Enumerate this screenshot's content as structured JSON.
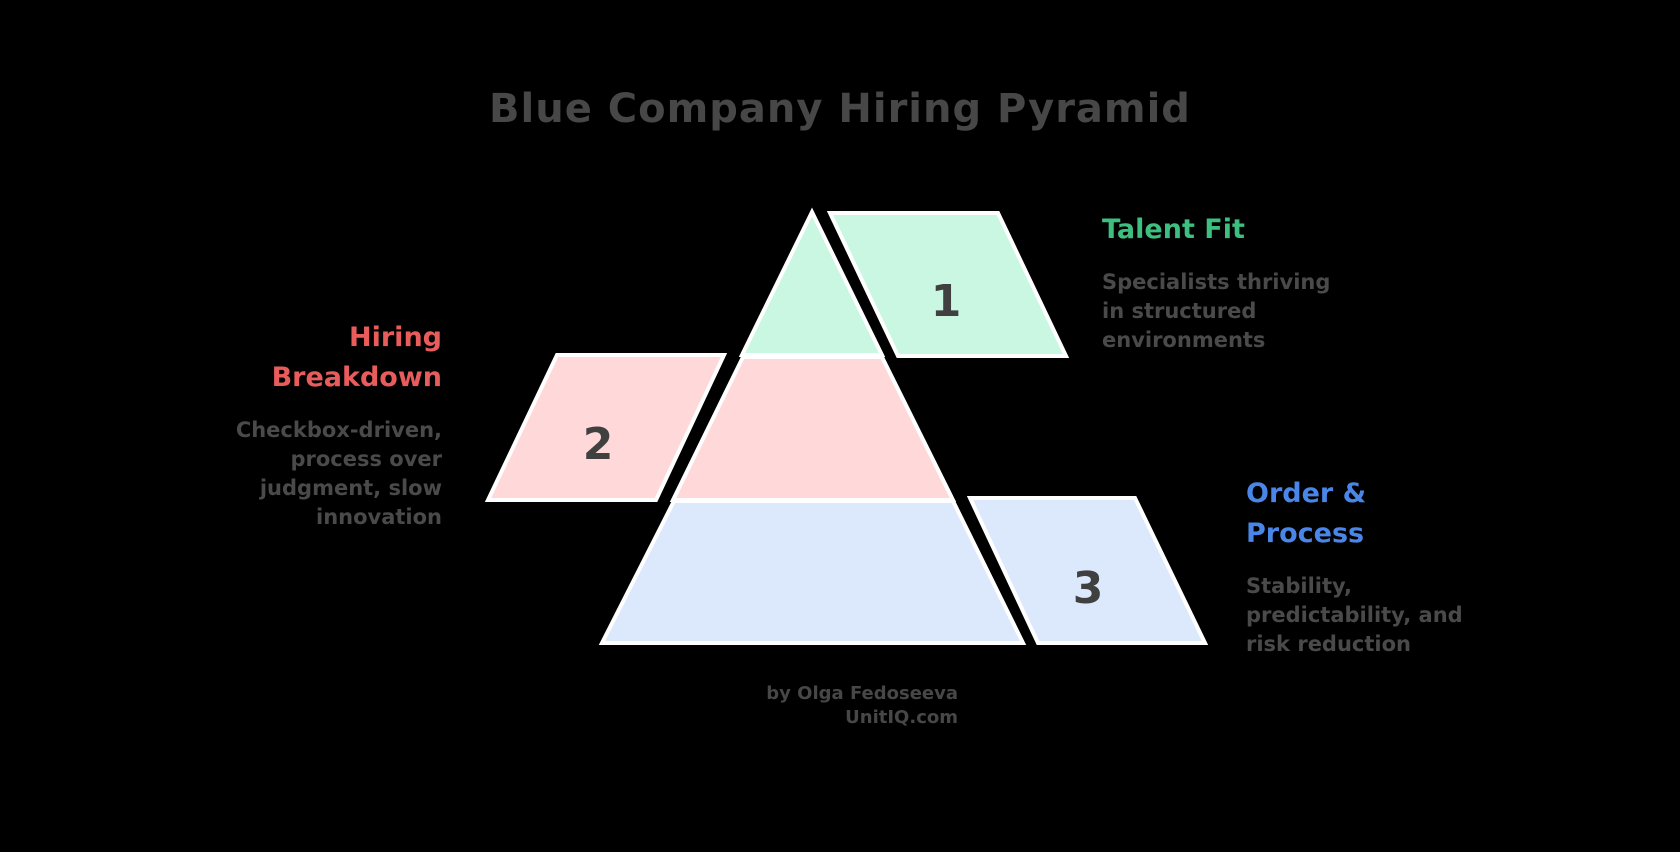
{
  "title": "Blue Company Hiring Pyramid",
  "colors": {
    "tier1_fill": "#c9f7e1",
    "tier2_fill": "#ffd9d9",
    "tier3_fill": "#dce8fc",
    "stroke": "#ffffff",
    "tier1_heading": "#3dbf7f",
    "tier2_heading": "#e85c5c",
    "tier3_heading": "#4a86e8",
    "text": "#4a4a4a"
  },
  "tiers": [
    {
      "number": "1",
      "heading_lines": [
        "Talent Fit"
      ],
      "body_lines": [
        "Specialists thriving",
        "in structured",
        "environments"
      ]
    },
    {
      "number": "2",
      "heading_lines": [
        "Hiring",
        "Breakdown"
      ],
      "body_lines": [
        "Checkbox-driven,",
        "process over",
        "judgment, slow",
        "innovation"
      ]
    },
    {
      "number": "3",
      "heading_lines": [
        "Order &",
        "Process"
      ],
      "body_lines": [
        "Stability,",
        "predictability, and",
        "risk reduction"
      ]
    }
  ],
  "credit": {
    "line1": "by Olga Fedoseeva",
    "line2": "UnitIQ.com"
  }
}
